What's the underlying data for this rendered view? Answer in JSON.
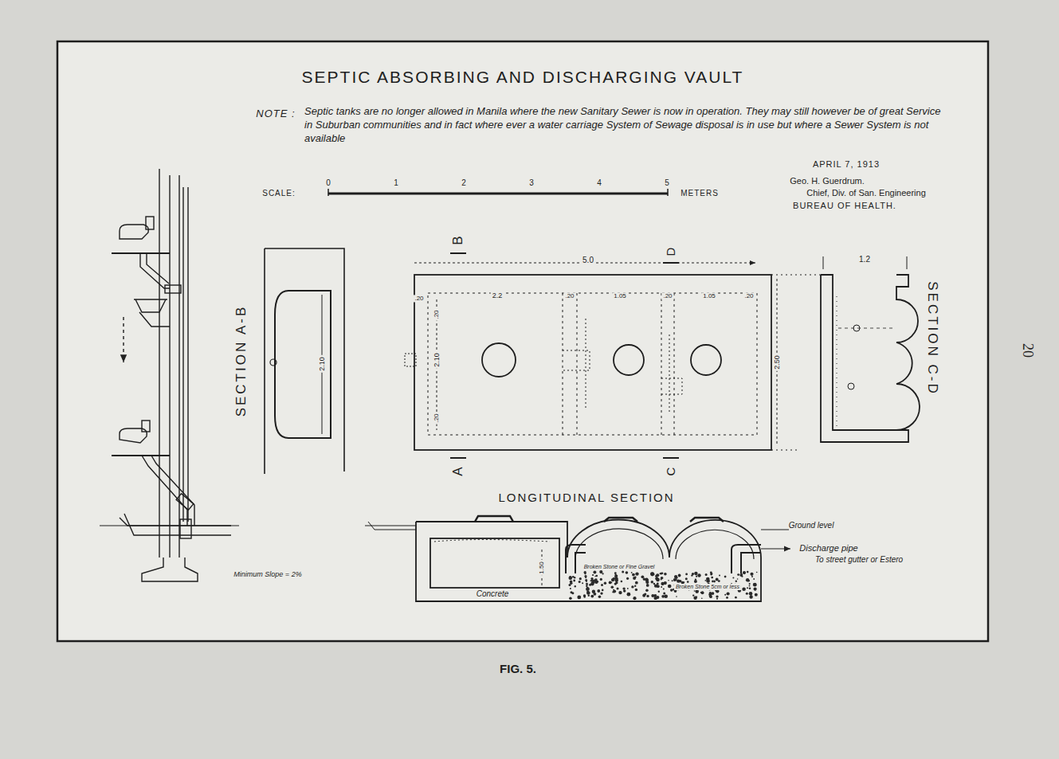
{
  "diagram": {
    "title": "SEPTIC ABSORBING AND DISCHARGING VAULT",
    "caption": "FIG. 5.",
    "labels": [
      "NOTE :",
      "Septic tanks are no longer allowed in Manila where the new Sanitary Sewer is now in operation. They may still however be of great Service in Suburban communities and in fact where ever a water carriage System of Sewage disposal is in use but where a Sewer System is not available",
      "APRIL 7, 1913",
      "Geo. H. Guerdrum.",
      "Chief, Div. of San. Engineering",
      "BUREAU OF HEALTH.",
      "SCALE:",
      "0",
      "1",
      "2",
      "3",
      "4",
      "5",
      "METERS",
      "B",
      "D",
      "A",
      "C",
      "5.0",
      "2.2",
      ".20",
      ".20",
      "1.05",
      ".20",
      "1.05",
      ".20",
      ".20",
      "2.10",
      ".20",
      "2.50",
      "SECTION A-B",
      "2.10",
      "1.2",
      "SECTION C-D",
      "LONGITUDINAL SECTION",
      "Ground level",
      "Discharge pipe",
      "To street gutter or Estero",
      "Concrete",
      "Broken Stone or Fine Gravel",
      "Broken Stone 5cm or less",
      "1.50",
      "Minimum Slope = 2%",
      "20"
    ]
  }
}
